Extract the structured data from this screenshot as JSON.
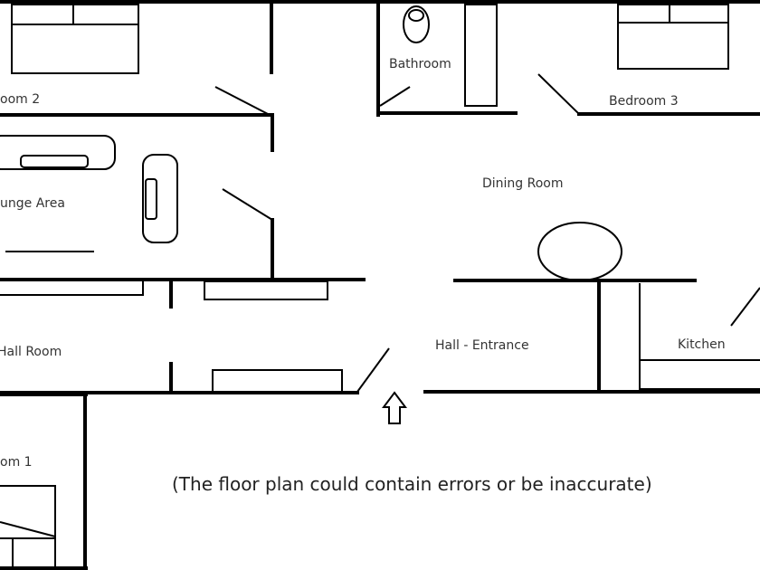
{
  "rooms": {
    "bedroom2": "oom 2",
    "bathroom": "Bathroom",
    "bedroom3": "Bedroom 3",
    "lounge": "unge Area",
    "dining": "Dining Room",
    "hall_room": "Hall Room",
    "hall_entrance": "Hall - Entrance",
    "kitchen": "Kitchen",
    "bedroom1": "om 1"
  },
  "disclaimer": "(The floor plan could contain errors or be inaccurate)"
}
